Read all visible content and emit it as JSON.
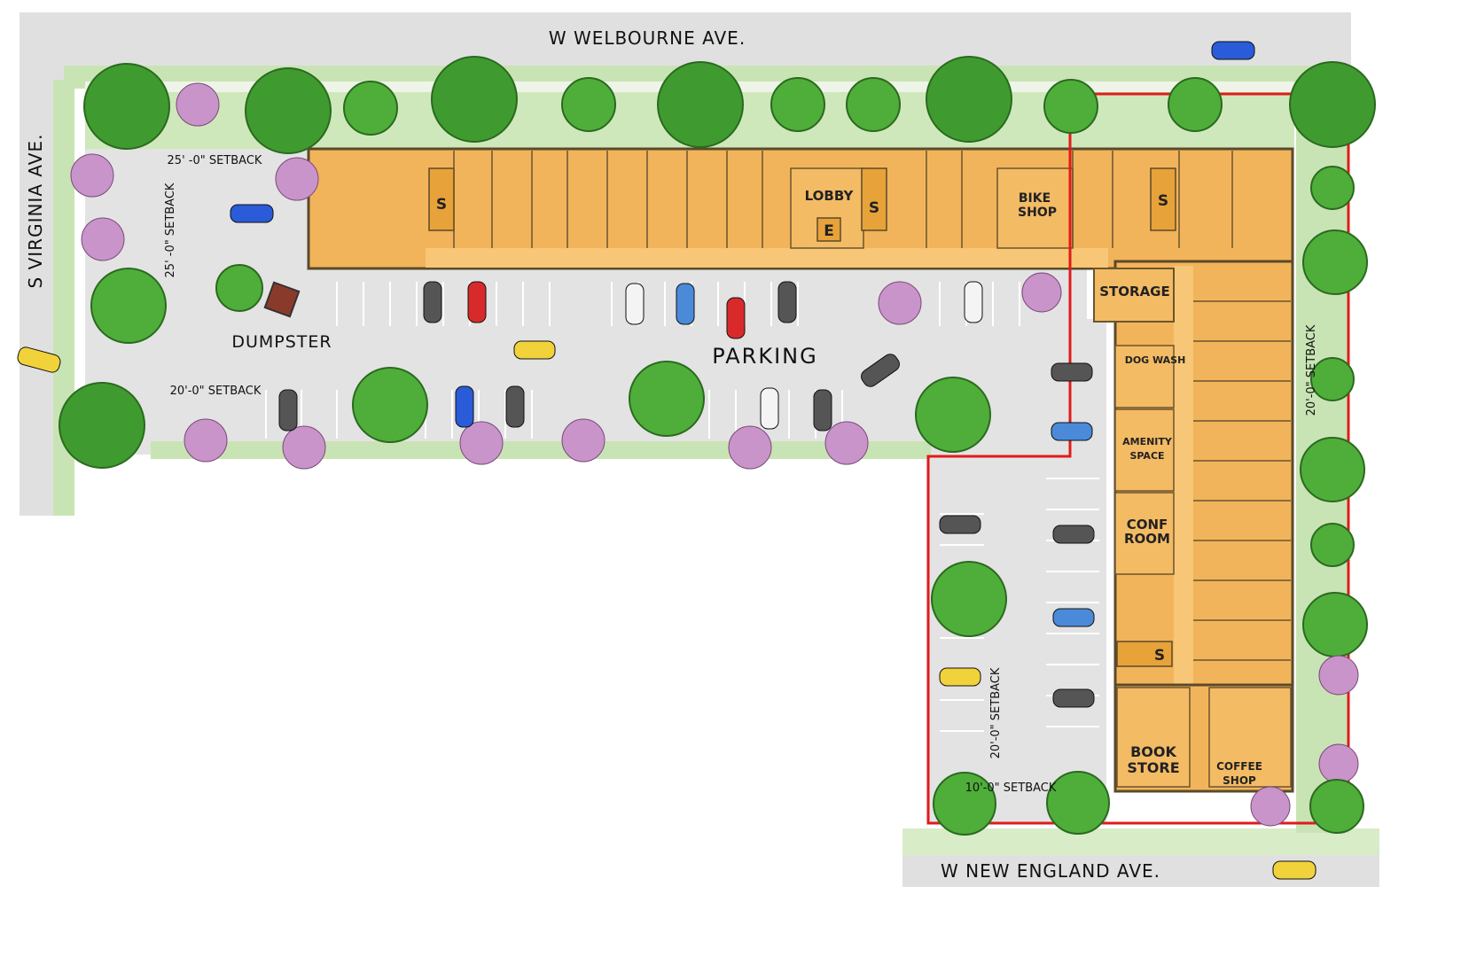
{
  "streets": {
    "north": "W WELBOURNE AVE.",
    "west": "S VIRGINIA AVE.",
    "south": "W NEW ENGLAND AVE."
  },
  "labels": {
    "dumpster": "DUMPSTER",
    "parking": "PARKING"
  },
  "setbacks": {
    "top": "25' -0\" SETBACK",
    "left": "25' -0\" SETBACK",
    "parking_south": "20'-0\" SETBACK",
    "east": "20'-0\" SETBACK",
    "east_lot": "20'-0\" SETBACK",
    "south": "10'-0\" SETBACK"
  },
  "rooms": {
    "lobby": "LOBBY",
    "elevator": "E",
    "stair": "S",
    "bike_shop_1": "BIKE",
    "bike_shop_2": "SHOP",
    "storage": "STORAGE",
    "dog_wash": "DOG WASH",
    "amenity_1": "AMENITY",
    "amenity_2": "SPACE",
    "conf_1": "CONF",
    "conf_2": "ROOM",
    "book_1": "BOOK",
    "book_2": "STORE",
    "coffee_1": "COFFEE",
    "coffee_2": "SHOP"
  },
  "colors": {
    "building": "#f2b45a",
    "building_outline": "#5a4a2a",
    "pavement": "#e3e3e3",
    "grass": "#c9e4b4",
    "tree": "#3f9b2f",
    "flowering_tree": "#c994c9",
    "boundary": "#e01b1b"
  }
}
